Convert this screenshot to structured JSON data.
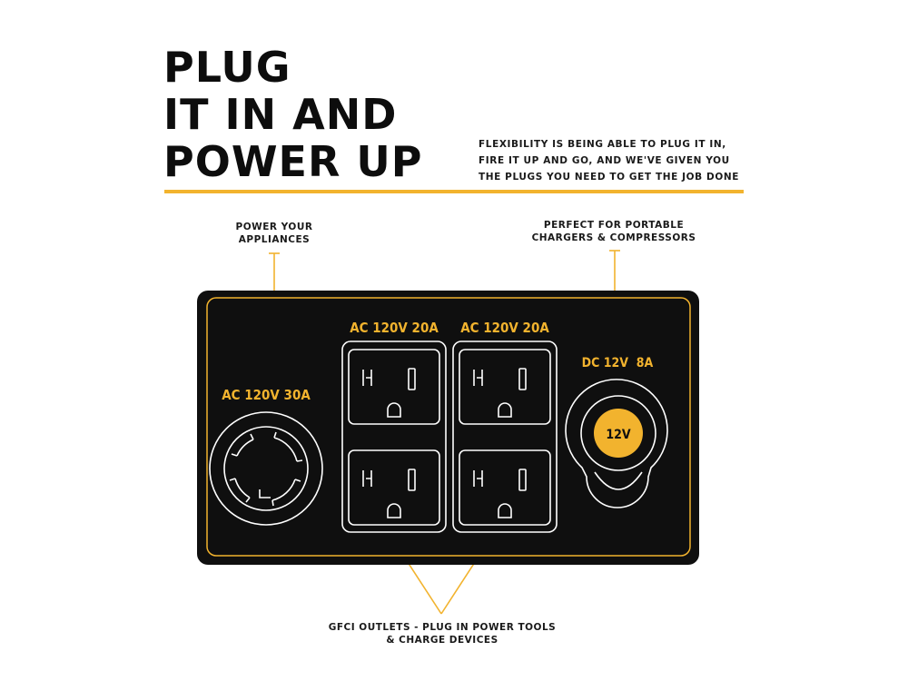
{
  "headline": [
    "PLUG",
    "IT IN AND",
    "POWER UP"
  ],
  "intro": [
    "FLEXIBILITY IS BEING ABLE TO PLUG IT IN,",
    "FIRE IT UP AND GO, AND WE'VE GIVEN YOU",
    "THE PLUGS YOU NEED TO GET THE JOB DONE"
  ],
  "callouts": {
    "appliances": [
      "POWER YOUR",
      "APPLIANCES"
    ],
    "chargers": [
      "PERFECT FOR PORTABLE",
      "CHARGERS & COMPRESSORS"
    ],
    "gfci": [
      "GFCI OUTLETS - PLUG IN POWER TOOLS",
      "& CHARGE DEVICES"
    ]
  },
  "panel": {
    "twist_lock_label": "AC 120V 30A",
    "duplex_left_label": "AC 120V 20A",
    "duplex_right_label": "AC 120V 20A",
    "dc_label": "DC 12V  8A",
    "dc_socket_text": "12V"
  },
  "colors": {
    "accent": "#f2b32e",
    "panel": "#0f0f0f",
    "outlet_stroke": "#ffffff"
  }
}
